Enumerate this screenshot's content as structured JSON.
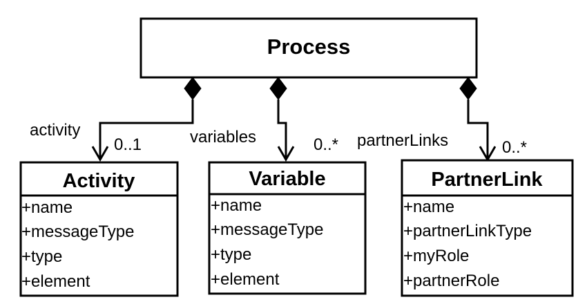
{
  "process": {
    "title": "Process"
  },
  "classes": {
    "activity": {
      "title": "Activity",
      "attributes": [
        "+name",
        "+messageType",
        "+type",
        "+element"
      ]
    },
    "variable": {
      "title": "Variable",
      "attributes": [
        "+name",
        "+messageType",
        "+type",
        "+element"
      ]
    },
    "partnerlink": {
      "title": "PartnerLink",
      "attributes": [
        "+name",
        "+partnerLinkType",
        "+myRole",
        "+partnerRole"
      ]
    }
  },
  "associations": {
    "activity": {
      "role": "activity",
      "multiplicity": "0..1"
    },
    "variables": {
      "role": "variables",
      "multiplicity": "0..*"
    },
    "partnerlinks": {
      "role": "partnerLinks",
      "multiplicity": "0..*"
    }
  }
}
